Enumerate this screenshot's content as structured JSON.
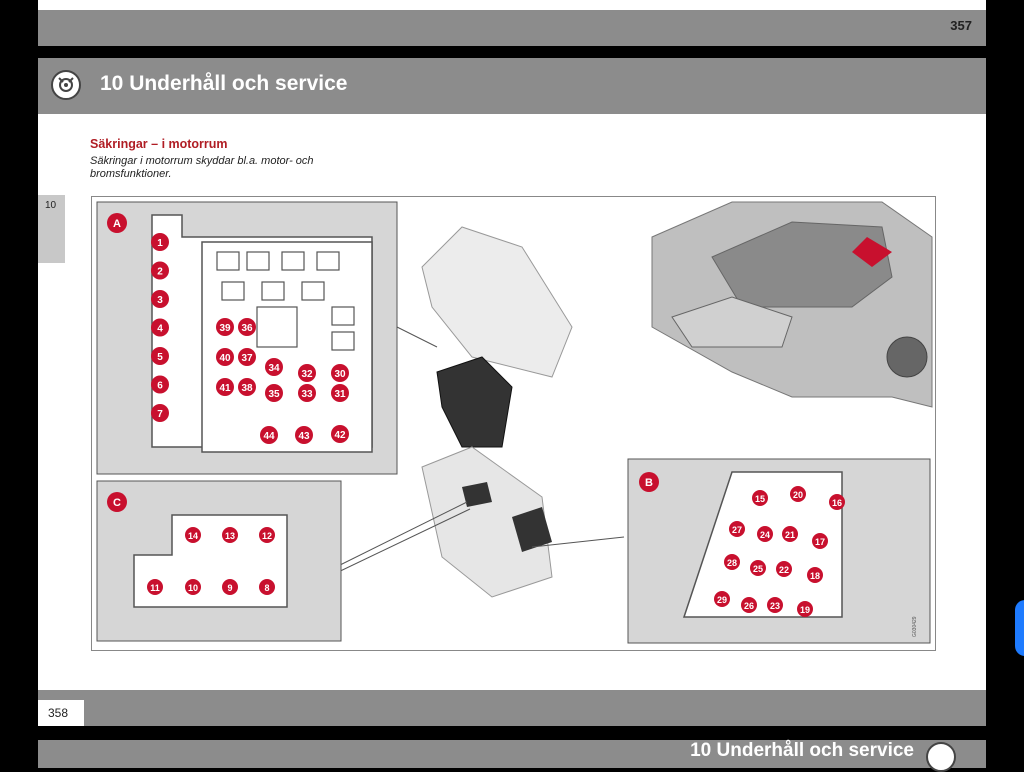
{
  "previous_page": {
    "number": "357"
  },
  "header": {
    "chapter_title": "10 Underhåll och service",
    "icon": "wrench-gear-icon"
  },
  "side_tab": {
    "label": "10"
  },
  "section": {
    "heading": "Säkringar – i motorrum",
    "description": "Säkringar i motorrum skyddar bl.a. motor- och bromsfunktioner."
  },
  "figure": {
    "panel_a": {
      "letter": "A",
      "fuses_left": [
        "1",
        "2",
        "3",
        "4",
        "5",
        "6",
        "7"
      ],
      "fuses_grid": [
        "39",
        "36",
        "40",
        "37",
        "34",
        "32",
        "30",
        "41",
        "38",
        "35",
        "33",
        "31"
      ],
      "fuses_bottom": [
        "44",
        "43",
        "42"
      ]
    },
    "panel_b": {
      "letter": "B",
      "fuses": [
        "15",
        "20",
        "16",
        "27",
        "24",
        "21",
        "17",
        "28",
        "25",
        "22",
        "18",
        "29",
        "26",
        "23",
        "19"
      ]
    },
    "panel_c": {
      "letter": "C",
      "fuses": [
        "14",
        "13",
        "12",
        "11",
        "10",
        "9",
        "8"
      ]
    },
    "figure_code": "G030429"
  },
  "footer": {
    "page_number": "358"
  },
  "next_page": {
    "chapter_title": "10 Underhåll och service"
  },
  "colors": {
    "accent_red": "#b01d24",
    "bar_gray": "#8c8c8c",
    "panel_gray": "#d6d6d6",
    "fuse_red": "#c8102e"
  }
}
